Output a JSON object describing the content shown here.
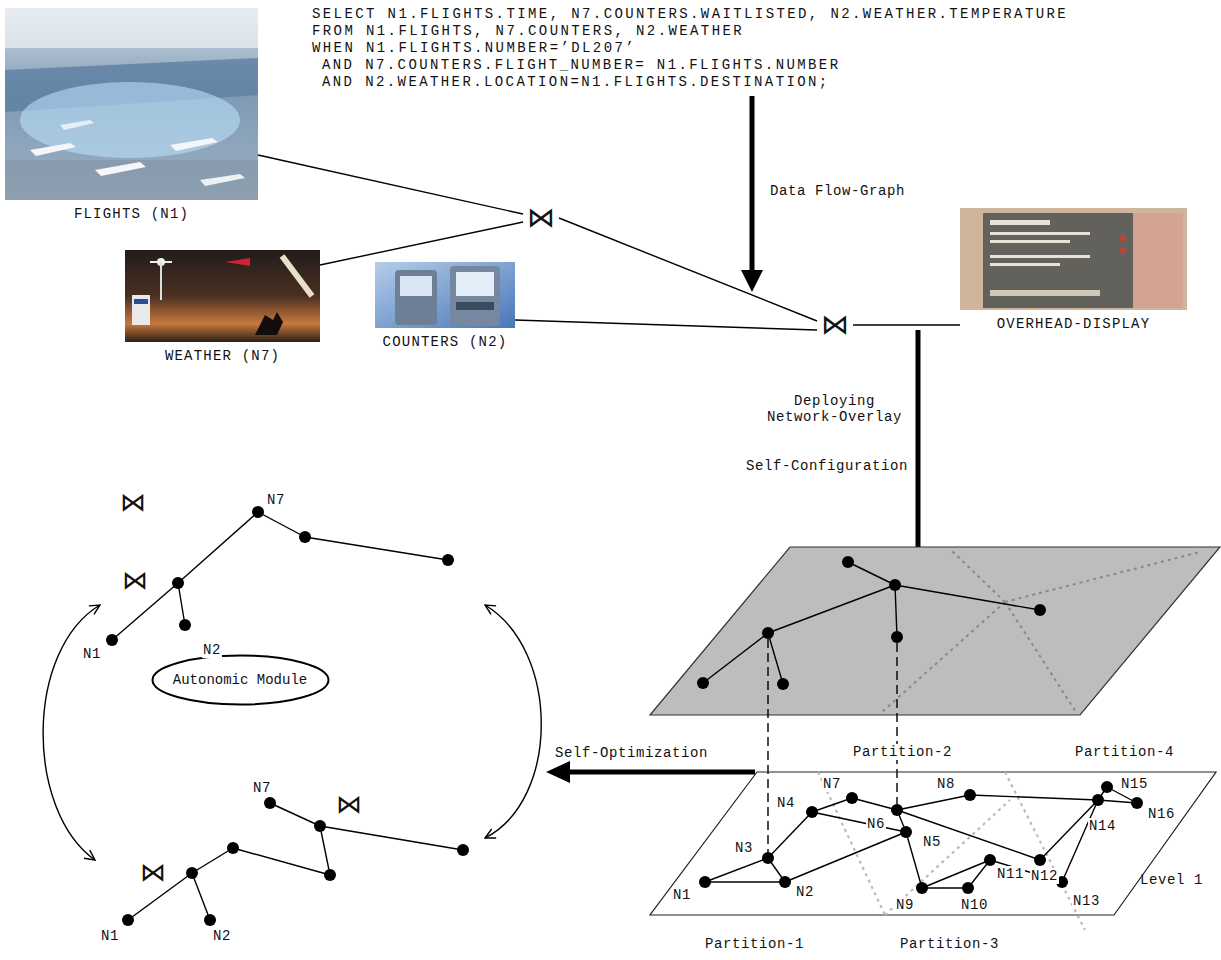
{
  "diagram": {
    "nodes": [
      {
        "text": [
          "FLIGHTS (N1)"
        ]
      },
      {
        "text": [
          "⋈"
        ]
      },
      {
        "text": [
          "WEATHER (N7)"
        ]
      },
      {
        "text": [
          "COUNTERS (N2)"
        ]
      },
      {
        "text": [
          "⋈"
        ]
      },
      {
        "text": [
          "OVERHEAD-DISPLAY"
        ]
      },
      {
        "text": [
          "Autonomic Module"
        ]
      }
    ],
    "edges": [
      {
        "from": 0,
        "to": 1,
        "arrow": "none"
      },
      {
        "from": 2,
        "to": 1,
        "arrow": "none"
      },
      {
        "from": 1,
        "to": 4,
        "arrow": "none"
      },
      {
        "from": 3,
        "to": 4,
        "arrow": "none"
      },
      {
        "from": 4,
        "to": 5,
        "arrow": "none"
      }
    ],
    "labels": [
      "SELECT N1.FLIGHTS.TIME, N7.COUNTERS.WAITLISTED, N2.WEATHER.TEMPERATURE",
      "FROM N1.FLIGHTS, N7.COUNTERS, N2.WEATHER",
      "WHEN N1.FLIGHTS.NUMBER=’DL207’",
      "AND N7.COUNTERS.FLIGHT_NUMBER= N1.FLIGHTS.NUMBER",
      "AND N2.WEATHER.LOCATION=N1.FLIGHTS.DESTINATION;",
      "Data Flow-Graph",
      "Deploying Network-Overlay",
      "Self-Configuration",
      "Self-Optimization",
      "Partition-1",
      "Partition-2",
      "Partition-3",
      "Partition-4",
      "Level 1",
      "⋈",
      "N7",
      "⋈",
      "N1",
      "N2",
      "N7",
      "⋈",
      "⋈",
      "N1",
      "N2",
      "N1",
      "N2",
      "N3",
      "N4",
      "N5",
      "N6",
      "N7",
      "N8",
      "N9",
      "N10",
      "N11",
      "N12",
      "N13",
      "N14",
      "N15",
      "N16"
    ]
  }
}
